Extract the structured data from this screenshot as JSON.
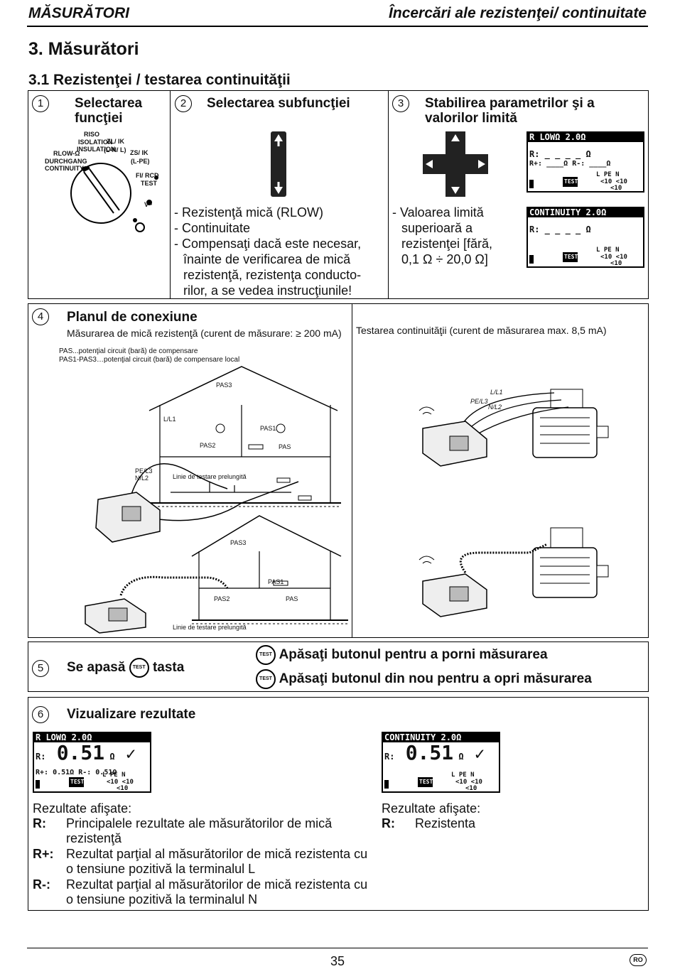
{
  "header": {
    "left": "MĂSURĂTORI",
    "right": "Încercări ale rezistenţei/ continuitate"
  },
  "heading": "3. Măsurători",
  "subheading": "3.1 Rezistenţei / testarea continuităţii",
  "step1": {
    "num": "1",
    "title_line1": "Selectarea",
    "title_line2": "funcţiei",
    "dial_labels": [
      "RISO",
      "ISOLATION",
      "INSULATION",
      "ZL/ IK",
      "(L-N/ L)",
      "ZS/ IK",
      "(L-PE)",
      "RLOW-Ω",
      "DURCHGANG",
      "CONTINUITY",
      "FI/ RCD",
      "TEST",
      "V~"
    ]
  },
  "step2": {
    "num": "2",
    "title": "Selectarea subfuncţiei",
    "lines": [
      "- Rezistenţă mică (RLOW)",
      "- Continuitate",
      "- Compensaţi dacă este necesar,",
      "înainte de verificarea de mică",
      "rezistenţă, rezistenţa conducto-",
      "rilor, a se vedea instrucţiunile!"
    ]
  },
  "step3": {
    "num": "3",
    "title_line1": "Stabilirea parametrilor şi a",
    "title_line2": "valorilor limită",
    "lines": [
      "- Valoarea limită",
      "superioară a",
      "rezistenţei [fără,",
      "0,1 Ω ÷ 20,0 Ω]"
    ],
    "lcd1": {
      "head": "R LOWΩ  2.0Ω",
      "r": "R:  _ _ _ _ Ω",
      "rpm": "R+: ____Ω  R-: ____Ω",
      "test": "TEST",
      "lpen": "L  PE  N",
      "lt": "<10 <10",
      "lt2": "<10"
    },
    "lcd2": {
      "head": "CONTINUITY 2.0Ω",
      "r": "R:  _ _ _ _ Ω",
      "test": "TEST",
      "lpen": "L  PE  N",
      "lt": "<10 <10",
      "lt2": "<10"
    }
  },
  "step4": {
    "num": "4",
    "title": "Planul de conexiune",
    "left_caption": "Măsurarea de mică rezistenţă (curent de măsurare: ≥ 200 mA)",
    "right_caption": "Testarea continuităţii (curent de măsurarea max. 8,5 mA)",
    "note1": "PAS...potenţial circuit (bară) de compensare",
    "note2": "PAS1-PAS3…potenţial circuit (bară) de compensare local",
    "labels": {
      "pas": "PAS",
      "pas1": "PAS1",
      "pas2": "PAS2",
      "pas3": "PAS3",
      "l1": "L/L1",
      "pel3": "PE/L3",
      "nl2": "N/L2",
      "extended": "Linie de testare prelungită"
    }
  },
  "step5": {
    "num": "5",
    "text_before": "Se apasă",
    "text_after": "tasta",
    "btn": "TEST",
    "line1": "Apăsaţi butonul pentru a porni măsurarea",
    "line2": "Apăsaţi butonul din nou pentru a opri măsurarea"
  },
  "step6": {
    "num": "6",
    "title": "Vizualizare rezultate",
    "lcd1": {
      "head": "R LOWΩ  2.0Ω",
      "r_label": "R:",
      "r_value": "0.51",
      "unit": "Ω",
      "rpm": "R+: 0.51Ω  R-: 0.51Ω",
      "test": "TEST",
      "lpen": "L  PE  N",
      "lt": "<10 <10",
      "lt2": "<10"
    },
    "lcd2": {
      "head": "CONTINUITY 2.0Ω",
      "r_label": "R:",
      "r_value": "0.51",
      "unit": "Ω",
      "test": "TEST",
      "lpen": "L  PE  N",
      "lt": "<10 <10",
      "lt2": "<10"
    },
    "left_intro": "Rezultate afişate:",
    "left_items": [
      {
        "key": "R:",
        "val": "Principalele rezultate ale măsurătorilor de mică rezistenţă"
      },
      {
        "key": "R+:",
        "val": "Rezultat parţial al măsurătorilor de mică rezistenta cu o tensiune pozitivă la terminalul L"
      },
      {
        "key": "R-:",
        "val": "Rezultat parţial al măsurătorilor de mică rezistenta cu o tensiune pozitivă la terminalul N"
      }
    ],
    "right_intro": "Rezultate afişate:",
    "right_items": [
      {
        "key": "R:",
        "val": "Rezistenta"
      }
    ]
  },
  "footer": {
    "page": "35",
    "lang": "RO"
  }
}
